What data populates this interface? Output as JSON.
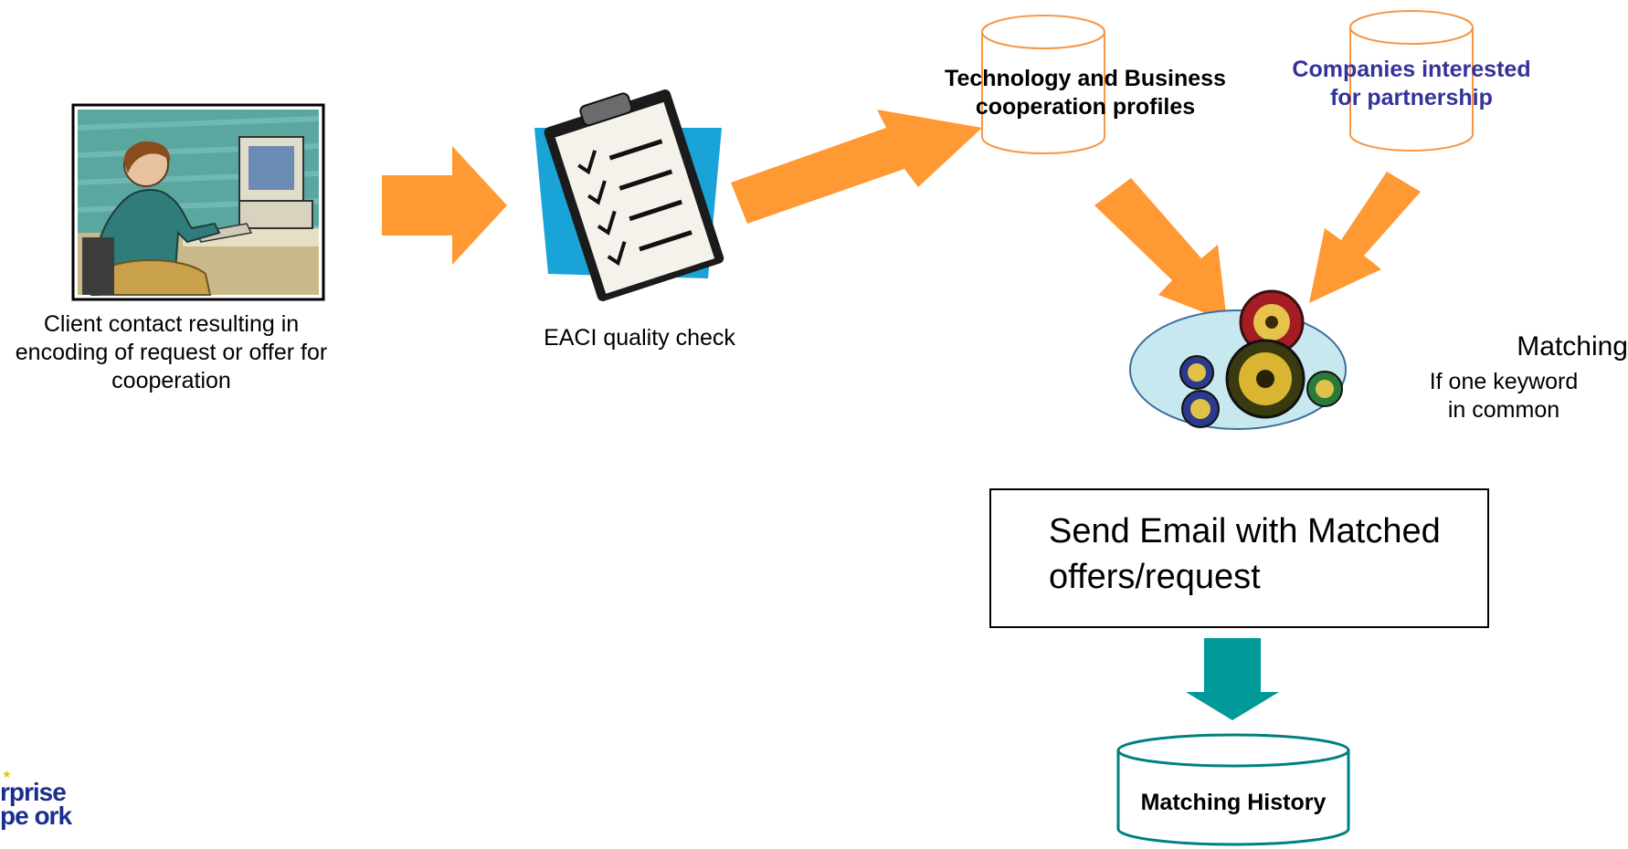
{
  "diagram": {
    "client_caption": "Client contact resulting in encoding of request or offer for cooperation",
    "quality_caption": "EACI  quality check",
    "profiles_db_label": "Technology and Business cooperation profiles",
    "companies_db_label": "Companies interested for partnership",
    "matching_title": "Matching",
    "matching_rule": "If one keyword in common",
    "email_box_text": "Send Email with Matched offers/request",
    "history_db_label": "Matching History",
    "logo_text": "rprise pe ork",
    "colors": {
      "arrow_orange": "#FF9933",
      "arrow_teal": "#009999",
      "db_orange": "#F79646",
      "db_teal": "#008080",
      "label_blue": "#333399"
    }
  }
}
